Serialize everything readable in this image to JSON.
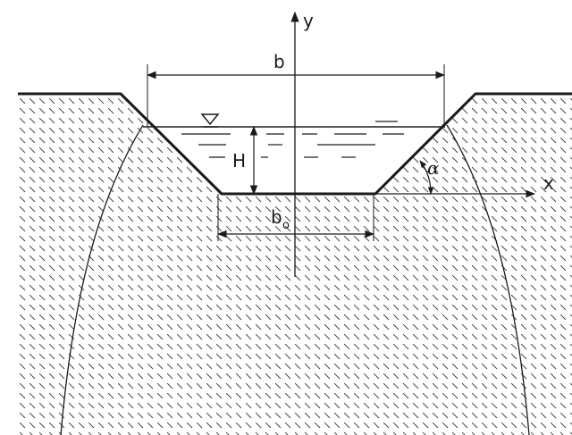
{
  "labels": {
    "y_axis": "y",
    "x_axis": "x",
    "top_width": "b",
    "depth": "H",
    "angle": "α",
    "bottom_width": "b",
    "bottom_width_sub": "o"
  },
  "colors": {
    "ink": "#1a1a1a",
    "hatch": "#3a3a3a",
    "background": "#ffffff"
  },
  "icons": {
    "water_level": "inverted-triangle-water-level-icon"
  }
}
